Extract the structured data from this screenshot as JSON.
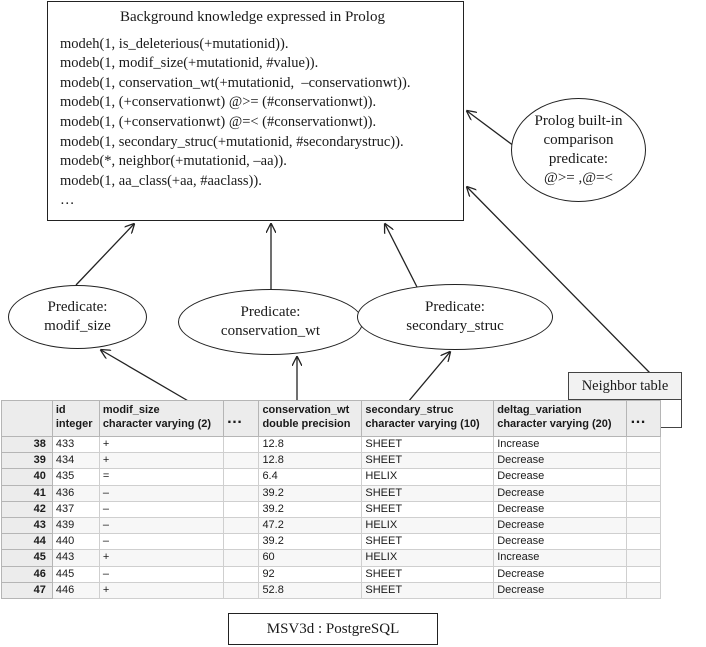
{
  "prolog_box": {
    "title": "Background knowledge expressed in Prolog",
    "lines": [
      "modeh(1, is_deleterious(+mutationid)).",
      "modeb(1, modif_size(+mutationid, #value)).",
      "modeb(1, conservation_wt(+mutationid,  –conservationwt)).",
      "modeb(1, (+conservationwt) @>= (#conservationwt)).",
      "modeb(1, (+conservationwt) @=< (#conservationwt)).",
      "modeb(1, secondary_struc(+mutationid, #secondarystruc)).",
      "modeb(*, neighbor(+mutationid, –aa)).",
      "modeb(1, aa_class(+aa, #aaclass)).",
      "…"
    ]
  },
  "ellipses": {
    "modif_size": {
      "line1": "Predicate:",
      "line2": "modif_size"
    },
    "conservation_wt": {
      "line1": "Predicate:",
      "line2": "conservation_wt"
    },
    "secondary_struc": {
      "line1": "Predicate:",
      "line2": "secondary_struc"
    },
    "builtin": {
      "line1": "Prolog built-in",
      "line2": "comparison",
      "line3": "predicate:",
      "line4": "@>= ,@=<"
    }
  },
  "neighbor_table": {
    "label": "Neighbor table"
  },
  "db_table": {
    "columns": [
      {
        "name": "",
        "type": ""
      },
      {
        "name": "id",
        "type": "integer"
      },
      {
        "name": "modif_size",
        "type": "character varying (2)"
      },
      {
        "name": "…",
        "type": ""
      },
      {
        "name": "conservation_wt",
        "type": "double precision"
      },
      {
        "name": "secondary_struc",
        "type": "character varying (10)"
      },
      {
        "name": "deltag_variation",
        "type": "character varying (20)"
      },
      {
        "name": "…",
        "type": ""
      }
    ],
    "rows": [
      [
        "38",
        "433",
        "+",
        "",
        "12.8",
        "SHEET",
        "Increase",
        ""
      ],
      [
        "39",
        "434",
        "+",
        "",
        "12.8",
        "SHEET",
        "Decrease",
        ""
      ],
      [
        "40",
        "435",
        "=",
        "",
        "6.4",
        "HELIX",
        "Decrease",
        ""
      ],
      [
        "41",
        "436",
        "–",
        "",
        "39.2",
        "SHEET",
        "Decrease",
        ""
      ],
      [
        "42",
        "437",
        "–",
        "",
        "39.2",
        "SHEET",
        "Decrease",
        ""
      ],
      [
        "43",
        "439",
        "–",
        "",
        "47.2",
        "HELIX",
        "Decrease",
        ""
      ],
      [
        "44",
        "440",
        "–",
        "",
        "39.2",
        "SHEET",
        "Decrease",
        ""
      ],
      [
        "45",
        "443",
        "+",
        "",
        "60",
        "HELIX",
        "Increase",
        ""
      ],
      [
        "46",
        "445",
        "–",
        "",
        "92",
        "SHEET",
        "Decrease",
        ""
      ],
      [
        "47",
        "446",
        "+",
        "",
        "52.8",
        "SHEET",
        "Decrease",
        ""
      ]
    ]
  },
  "caption": "MSV3d : PostgreSQL"
}
